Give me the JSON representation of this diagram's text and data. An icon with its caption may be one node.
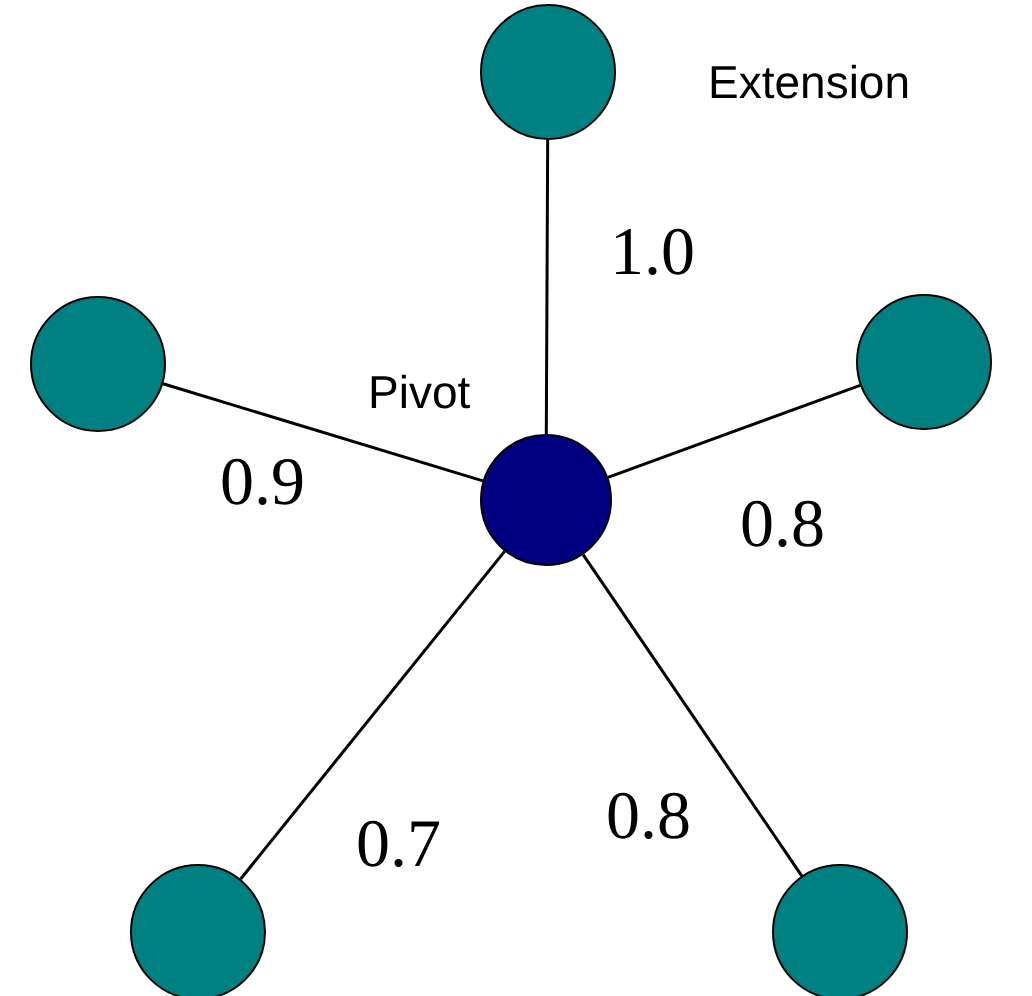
{
  "diagram": {
    "nodes": [
      {
        "text": [],
        "shape": "circle",
        "beside": [
          "Extension"
        ]
      },
      {
        "text": [],
        "shape": "circle"
      },
      {
        "text": [],
        "shape": "circle",
        "beside": [
          "Pivot"
        ]
      },
      {
        "text": [],
        "shape": "circle"
      },
      {
        "text": [],
        "shape": "circle"
      },
      {
        "text": [],
        "shape": "circle"
      }
    ],
    "edges": [
      {
        "from": 2,
        "to": 0,
        "arrow": "none",
        "label": "1.0"
      },
      {
        "from": 2,
        "to": 1,
        "arrow": "none",
        "label": "0.9"
      },
      {
        "from": 2,
        "to": 3,
        "arrow": "none",
        "label": "0.8"
      },
      {
        "from": 2,
        "to": 4,
        "arrow": "none",
        "label": "0.7"
      },
      {
        "from": 2,
        "to": 5,
        "arrow": "none",
        "label": "0.8"
      }
    ]
  }
}
